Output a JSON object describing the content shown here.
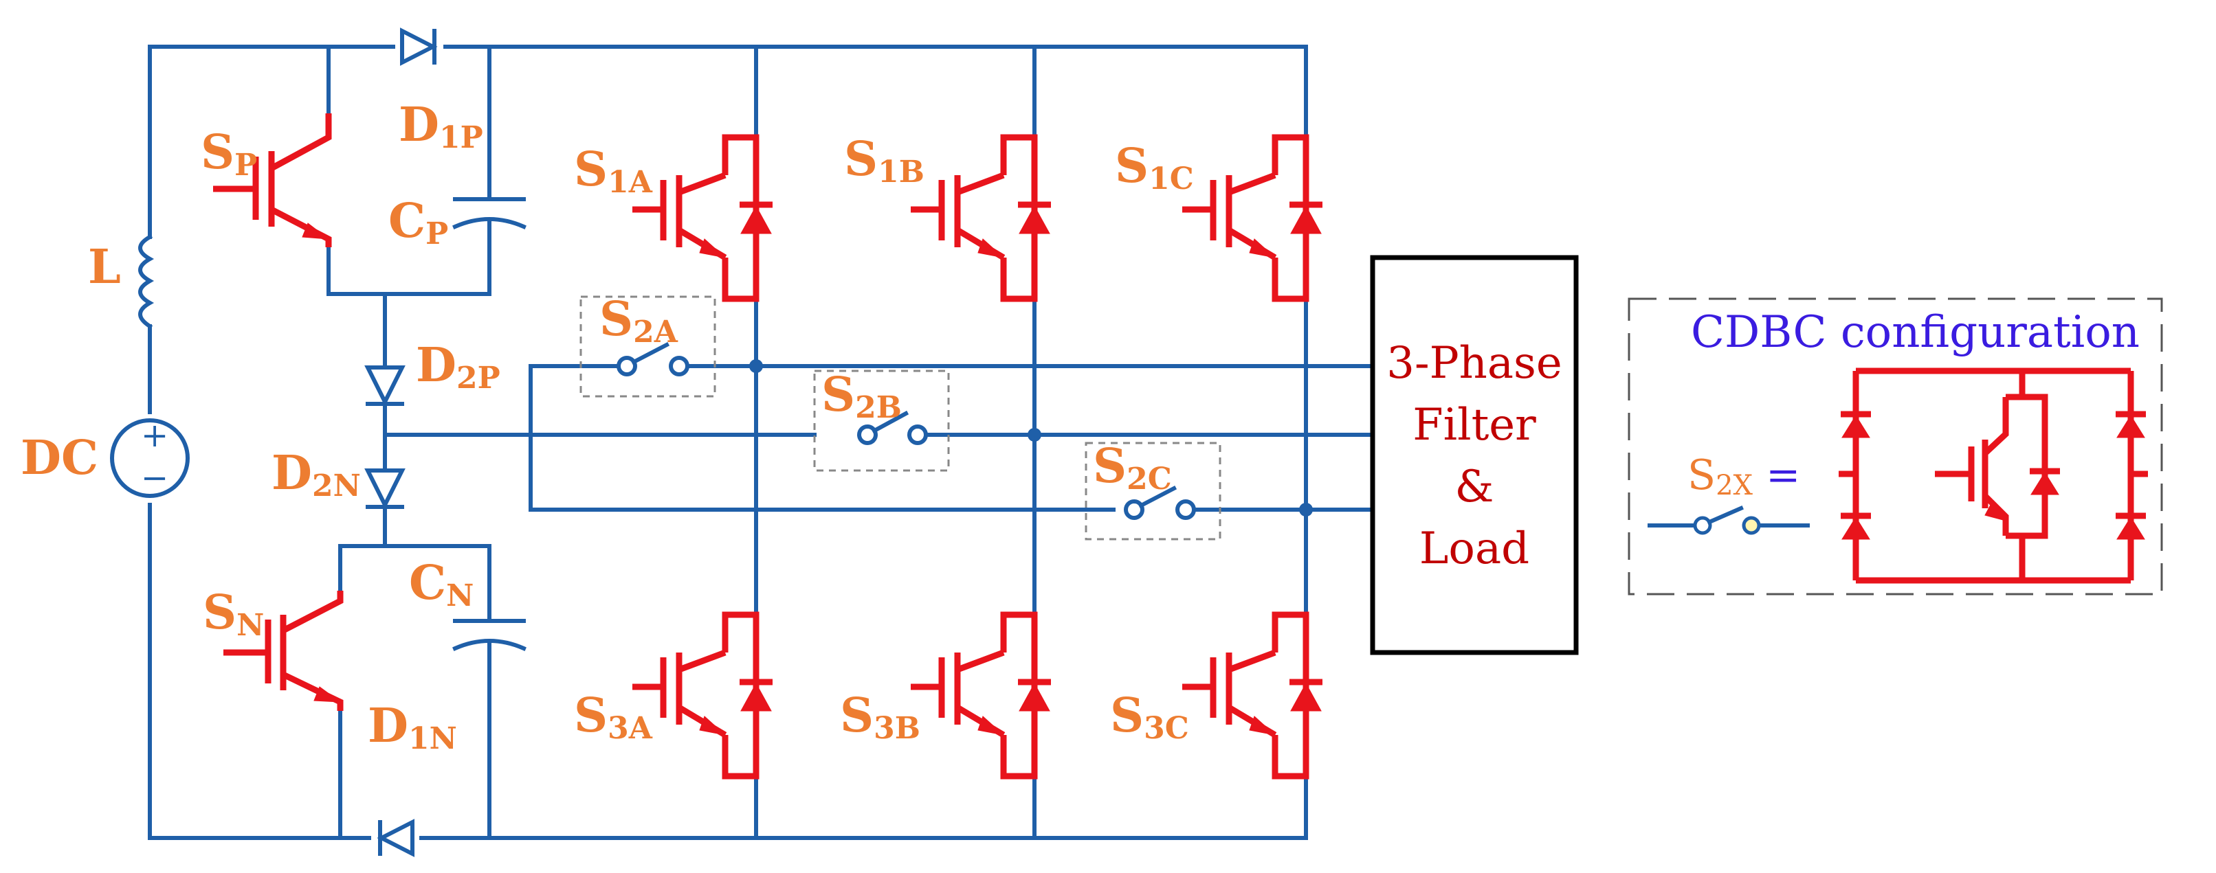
{
  "labels": {
    "L": "L",
    "DC": "DC",
    "SP": {
      "main": "S",
      "sub": "P"
    },
    "SN": {
      "main": "S",
      "sub": "N"
    },
    "D1P": {
      "main": "D",
      "sub": "1P"
    },
    "CP": {
      "main": "C",
      "sub": "P"
    },
    "D2P": {
      "main": "D",
      "sub": "2P"
    },
    "D2N": {
      "main": "D",
      "sub": "2N"
    },
    "CN": {
      "main": "C",
      "sub": "N"
    },
    "D1N": {
      "main": "D",
      "sub": "1N"
    },
    "S1A": {
      "main": "S",
      "sub": "1A"
    },
    "S1B": {
      "main": "S",
      "sub": "1B"
    },
    "S1C": {
      "main": "S",
      "sub": "1C"
    },
    "S2A": {
      "main": "S",
      "sub": "2A"
    },
    "S2B": {
      "main": "S",
      "sub": "2B"
    },
    "S2C": {
      "main": "S",
      "sub": "2C"
    },
    "S3A": {
      "main": "S",
      "sub": "3A"
    },
    "S3B": {
      "main": "S",
      "sub": "3B"
    },
    "S3C": {
      "main": "S",
      "sub": "3C"
    },
    "S2X": {
      "main": "S",
      "sub": "2X",
      "suffix": " ="
    },
    "plus": "+",
    "minus": "−"
  },
  "load_box": {
    "line1": "3-Phase",
    "line2": "Filter",
    "line3": "&",
    "line4": "Load"
  },
  "cdbc": {
    "title": "CDBC configuration"
  },
  "colors": {
    "wire": "#1F5FA8",
    "device": "#E8141C",
    "label": "#ED7D31",
    "box_text": "#C00000",
    "config_title": "#3A1CE0"
  }
}
